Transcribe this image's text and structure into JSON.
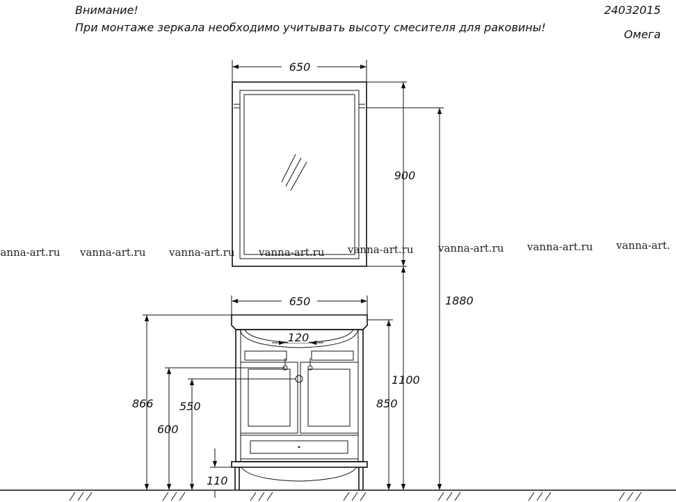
{
  "header": {
    "warning_title": "Внимание!",
    "warning_text": "При монтаже зеркала необходимо учитывать высоту смесителя для раковины!",
    "code": "24032015",
    "model": "Омега"
  },
  "watermark": {
    "items": [
      "vanna-art.ru",
      "vanna-art.ru",
      "vanna-art.ru",
      "vanna-art.ru",
      "vanna-art.ru",
      "vanna-art.ru",
      "vanna-art.ru",
      "vanna-art."
    ]
  },
  "dimensions": {
    "mirror_width": "650",
    "mirror_height": "900",
    "total_height": "1880",
    "vanity_width": "650",
    "faucet_spacing": "120",
    "mirror_bottom_height": "1100",
    "vanity_top_height": "866",
    "cabinet_height": "850",
    "pipe_height_1": "600",
    "pipe_height_2": "550",
    "leg_height": "110"
  }
}
